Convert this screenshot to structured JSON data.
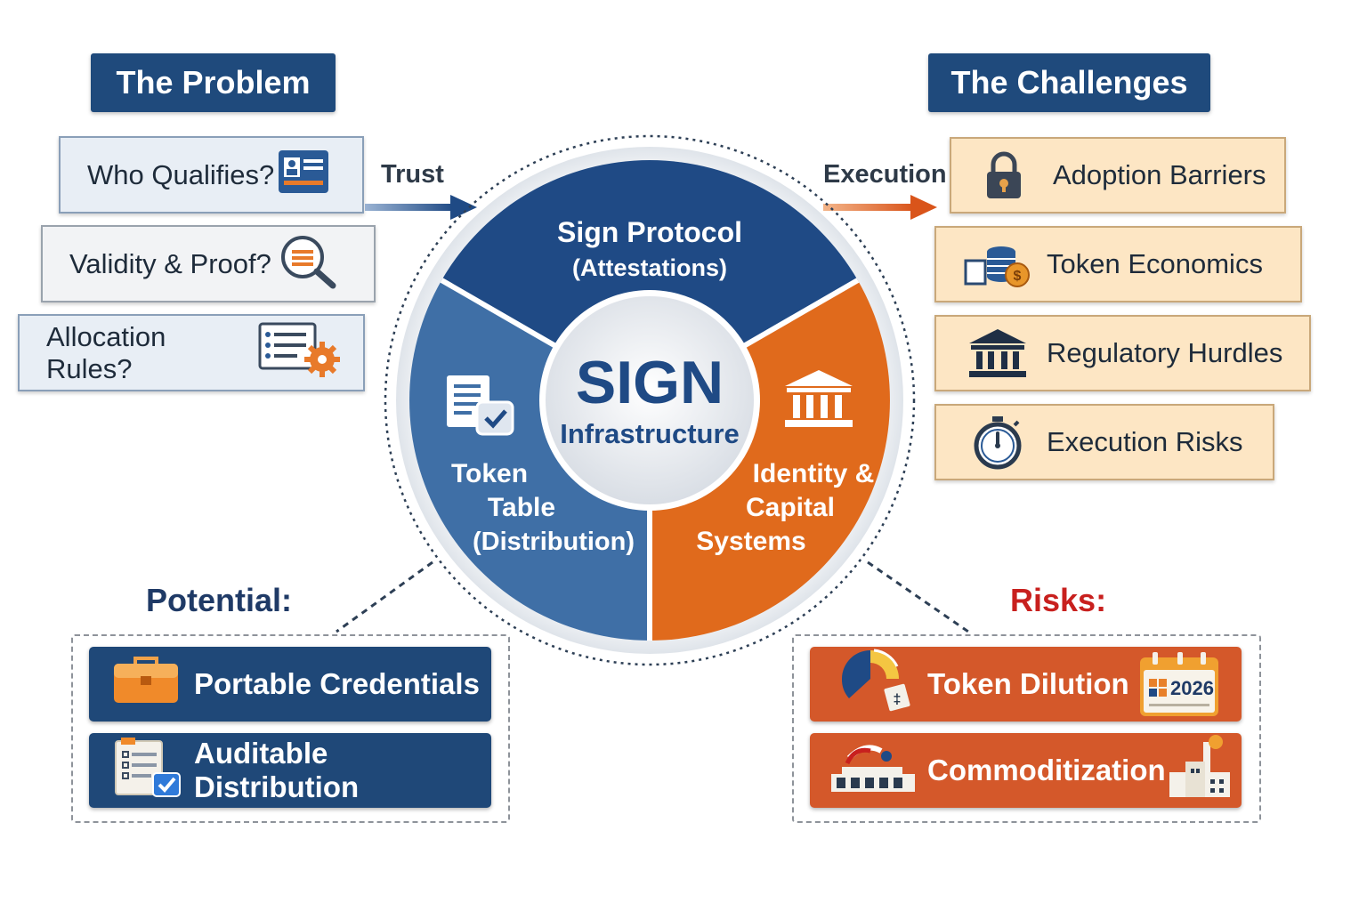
{
  "problem": {
    "title": "The Problem",
    "items": [
      "Who Qualifies?",
      "Validity & Proof?",
      "Allocation Rules?"
    ]
  },
  "challenges": {
    "title": "The Challenges",
    "items": [
      "Adoption Barriers",
      "Token Economics",
      "Regulatory Hurdles",
      "Execution Risks"
    ]
  },
  "arrows": {
    "left": "Trust",
    "right": "Execution"
  },
  "wheel": {
    "center_title": "SIGN",
    "center_subtitle": "Infrastructure",
    "top_title": "Sign Protocol",
    "top_sub": "(Attestations)",
    "left_l1": "Token",
    "left_l2": "Table",
    "left_l3": "(Distribution)",
    "right_l1": "Identity &",
    "right_l2": "Capital",
    "right_l3": "Systems",
    "colors": {
      "top": "#1f4a85",
      "left": "#3f6fa6",
      "right": "#e06a1c"
    }
  },
  "potential": {
    "label": "Potential:",
    "items": [
      "Portable Credentials",
      "Auditable Distribution"
    ]
  },
  "risks": {
    "label": "Risks:",
    "items": [
      "Token Dilution",
      "Commoditization"
    ],
    "calendar_year": "2026"
  }
}
